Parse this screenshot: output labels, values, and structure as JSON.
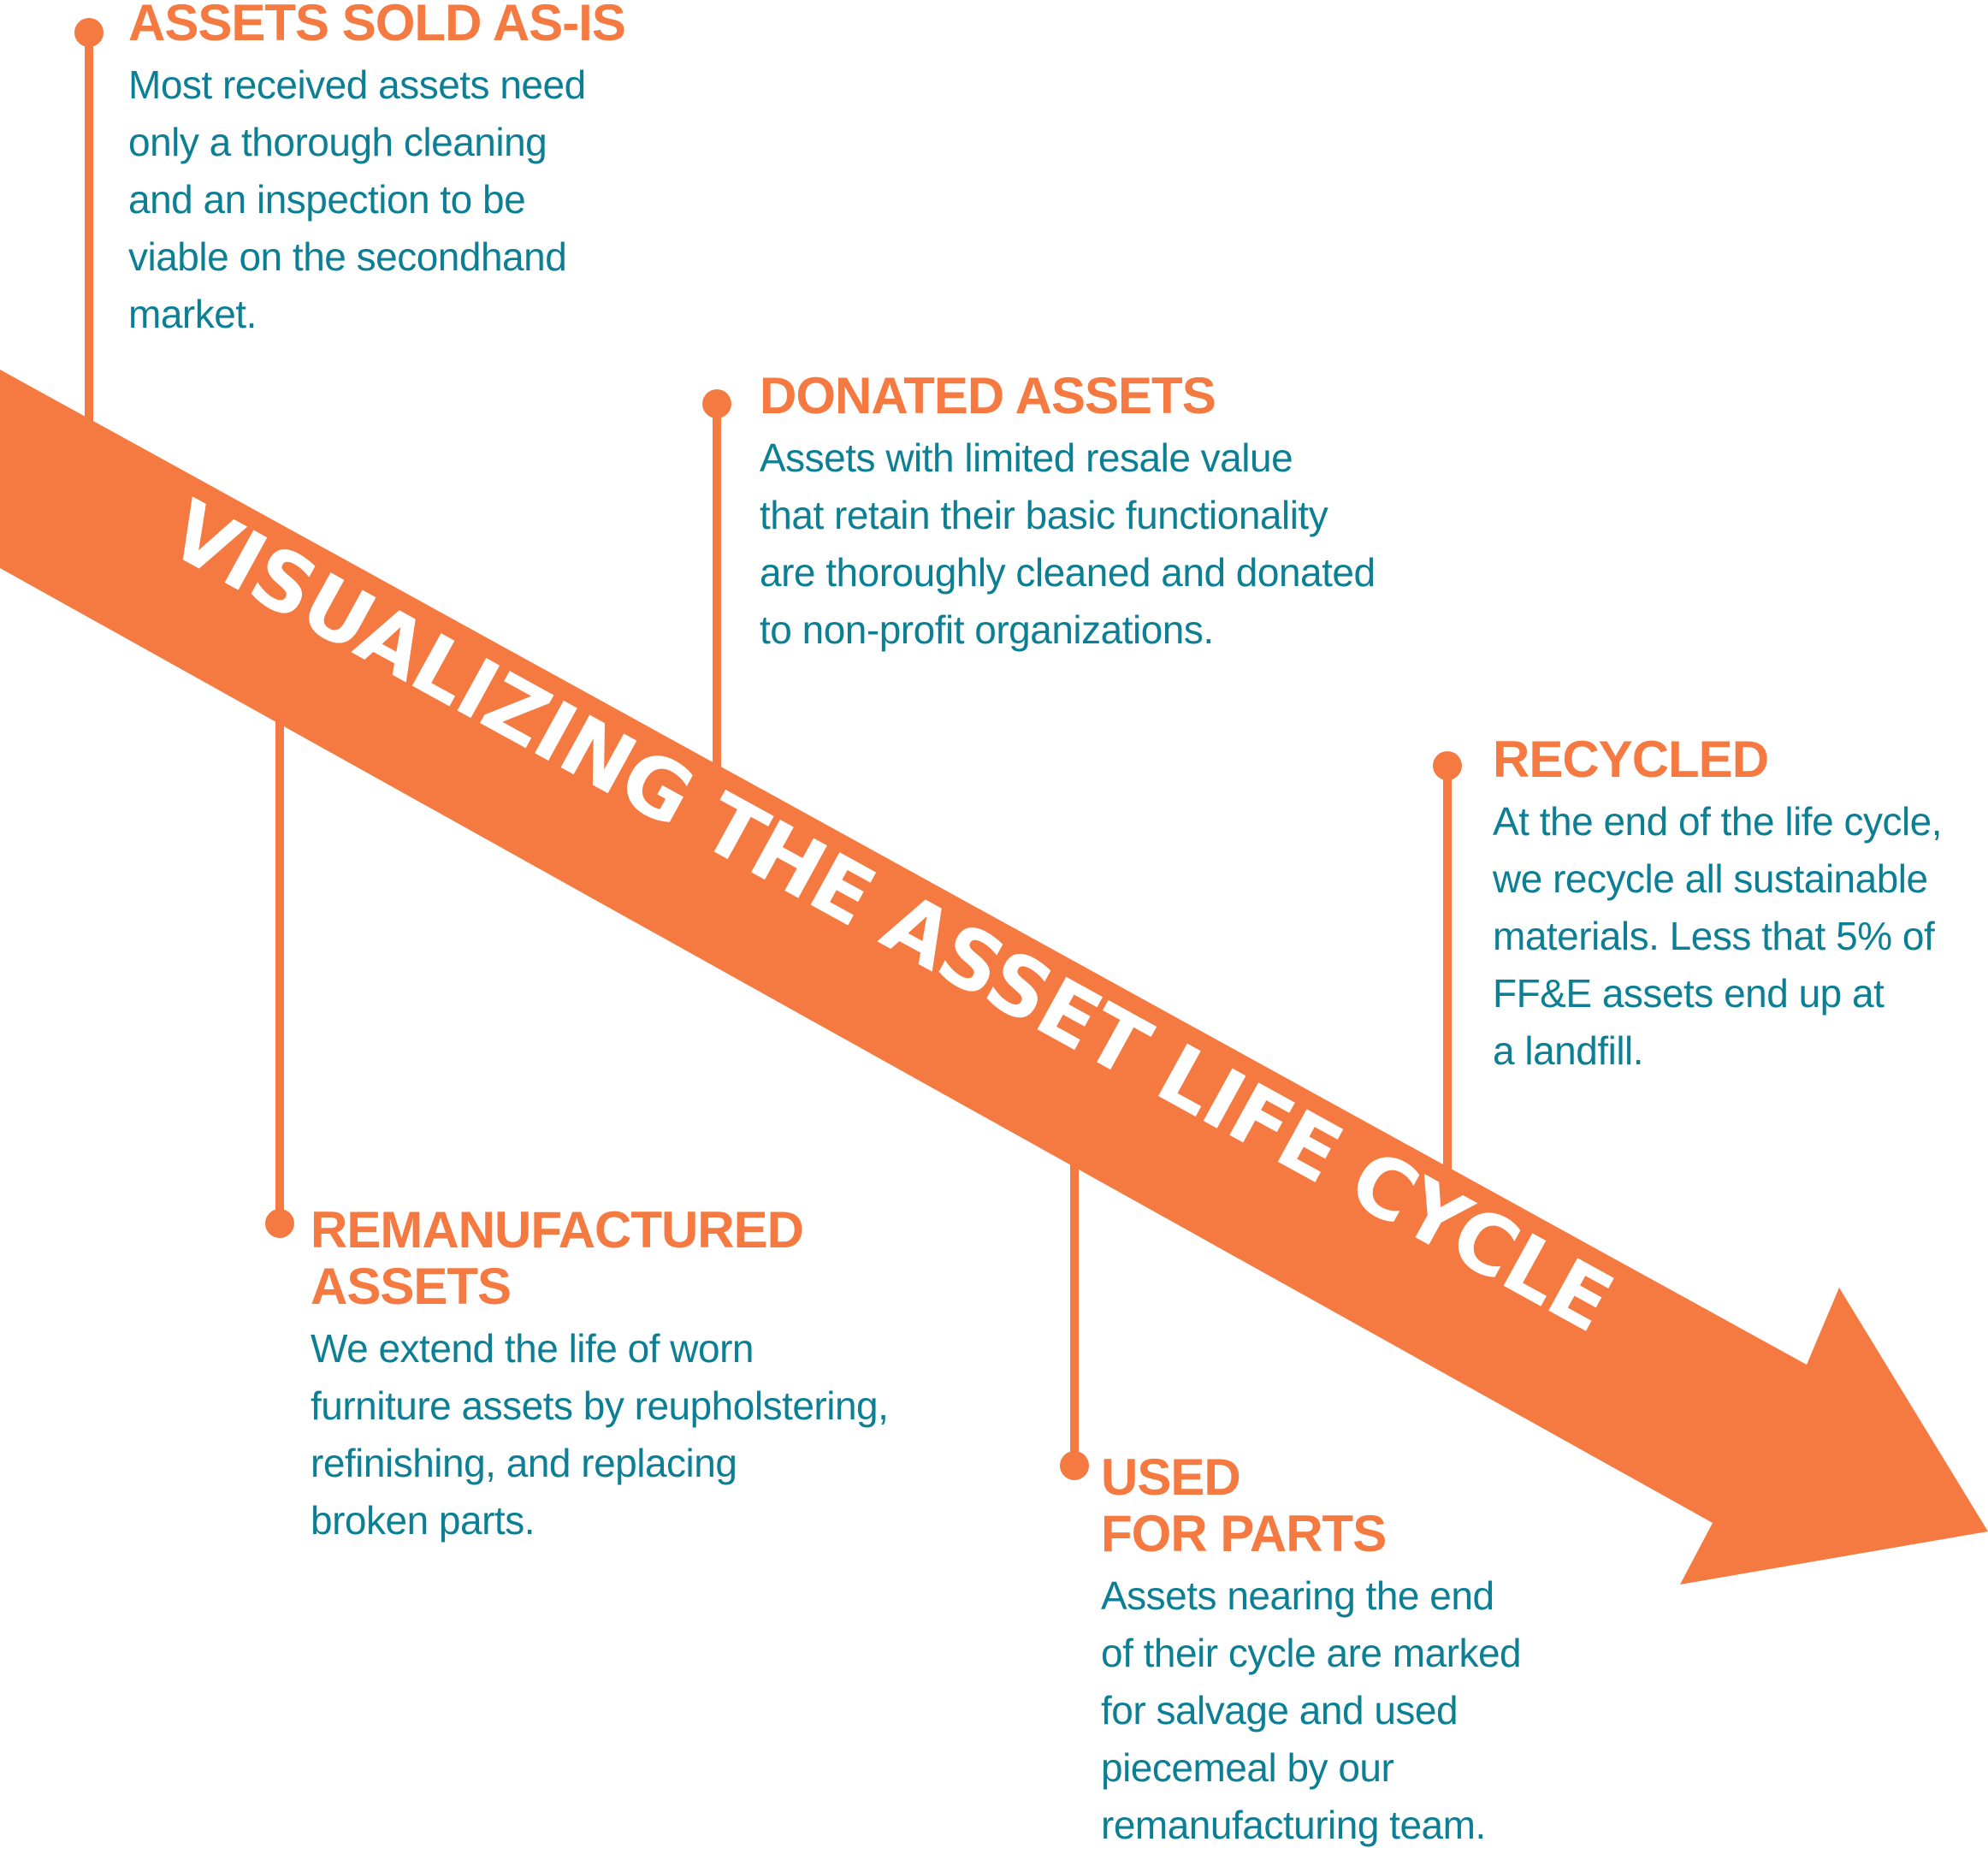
{
  "colors": {
    "accent": "#f47a42",
    "text": "#0d7f95",
    "banner_text": "#ffffff"
  },
  "banner": {
    "title": "VISUALIZING THE ASSET LIFE CYCLE"
  },
  "stages": [
    {
      "title": "ASSETS SOLD AS-IS",
      "text": "Most received assets need\nonly a thorough cleaning\nand an inspection to be\nviable on the secondhand\nmarket."
    },
    {
      "title": "DONATED ASSETS",
      "text": "Assets with limited resale value\nthat retain their basic functionality\nare thoroughly cleaned and donated\nto non-profit organizations."
    },
    {
      "title": "RECYCLED",
      "text": "At the end of the life cycle,\nwe recycle all sustainable\nmaterials. Less that 5% of\nFF&E assets end up at\na landfill."
    },
    {
      "title": "REMANUFACTURED\nASSETS",
      "text": "We extend the life of worn\nfurniture assets by reupholstering,\nrefinishing, and replacing\nbroken parts."
    },
    {
      "title": "USED\nFOR PARTS",
      "text": "Assets nearing the end\nof their cycle are marked\nfor salvage and used\npiecemeal by our\nremanufacturing team."
    }
  ]
}
